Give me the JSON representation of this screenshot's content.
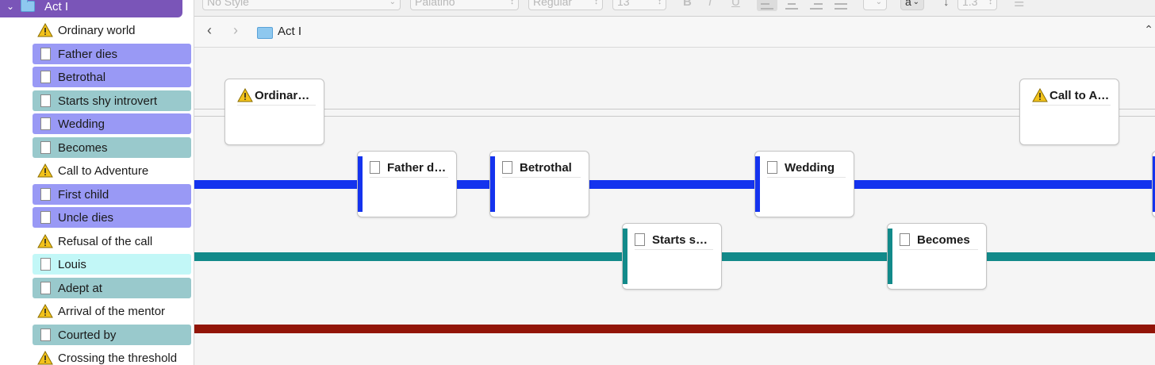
{
  "colors": {
    "folder_header": "#7a55b8",
    "purple_label": "#9999f5",
    "teal_label": "#99c9cc",
    "cyan_label": "#c2f7f7",
    "thread_blue": "#1433ee",
    "thread_teal": "#128a8a",
    "thread_red": "#921508"
  },
  "binder": {
    "folder": {
      "label": "Act I",
      "chevron_icon": "chevron-down-icon",
      "icon": "folder-icon"
    },
    "items": [
      {
        "label": "Ordinary world",
        "icon": "warning-icon",
        "label_color": "none"
      },
      {
        "label": "Father dies",
        "icon": "document-icon",
        "label_color": "purple"
      },
      {
        "label": "Betrothal",
        "icon": "document-icon",
        "label_color": "purple"
      },
      {
        "label": "Starts shy introvert",
        "icon": "document-icon",
        "label_color": "teal"
      },
      {
        "label": "Wedding",
        "icon": "document-icon",
        "label_color": "purple"
      },
      {
        "label": "Becomes",
        "icon": "document-icon",
        "label_color": "teal"
      },
      {
        "label": "Call to Adventure",
        "icon": "warning-icon",
        "label_color": "none"
      },
      {
        "label": "First child",
        "icon": "document-icon",
        "label_color": "purple"
      },
      {
        "label": "Uncle dies",
        "icon": "document-icon",
        "label_color": "purple"
      },
      {
        "label": "Refusal of the call",
        "icon": "warning-icon",
        "label_color": "none"
      },
      {
        "label": "Louis",
        "icon": "document-icon",
        "label_color": "cyan"
      },
      {
        "label": "Adept at",
        "icon": "document-icon",
        "label_color": "teal"
      },
      {
        "label": "Arrival of the mentor",
        "icon": "warning-icon",
        "label_color": "none"
      },
      {
        "label": "Courted by",
        "icon": "document-icon",
        "label_color": "teal"
      },
      {
        "label": "Crossing the threshold",
        "icon": "warning-icon",
        "label_color": "none"
      }
    ]
  },
  "format_bar": {
    "style": "No Style",
    "font": "Palatino",
    "weight": "Regular",
    "size": "13",
    "text_color_label": "a",
    "line_spacing": "1.3",
    "bold_label": "B",
    "italic_label": "I",
    "underline_label": "U"
  },
  "nav": {
    "title": "Act I",
    "back_icon": "chevron-left-icon",
    "forward_icon": "chevron-right-icon",
    "collapse_icon": "chevron-up-icon"
  },
  "timeline": {
    "cards": [
      {
        "title": "Ordinary world",
        "icon": "warning-icon",
        "thread": "none"
      },
      {
        "title": "Father dies",
        "icon": "document-icon",
        "thread": "blue"
      },
      {
        "title": "Betrothal",
        "icon": "document-icon",
        "thread": "blue"
      },
      {
        "title": "Starts shy introvert",
        "icon": "document-icon",
        "thread": "teal"
      },
      {
        "title": "Wedding",
        "icon": "document-icon",
        "thread": "blue"
      },
      {
        "title": "Becomes",
        "icon": "document-icon",
        "thread": "teal"
      },
      {
        "title": "Call to Adventure",
        "icon": "warning-icon",
        "thread": "none"
      }
    ]
  }
}
